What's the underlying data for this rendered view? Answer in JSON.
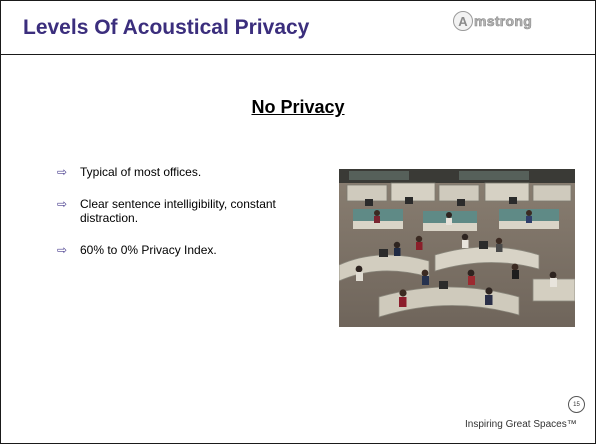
{
  "slide": {
    "title": "Levels Of Acoustical Privacy",
    "logo_text": "mstrong",
    "logo_letter": "A",
    "subtitle": "No  Privacy",
    "bullets": [
      "Typical of most offices.",
      "Clear sentence intelligibility, constant distraction.",
      "60% to 0% Privacy Index."
    ],
    "bullet_icon": "hollow-right-arrow-icon",
    "footer_tagline": "Inspiring Great Spaces™",
    "page_number": "15"
  },
  "image": {
    "name": "open-plan-office-photo"
  },
  "colors": {
    "title": "#3b2e7d",
    "bullet_arrow": "#4a3f8f",
    "border": "#1a1a1a"
  }
}
